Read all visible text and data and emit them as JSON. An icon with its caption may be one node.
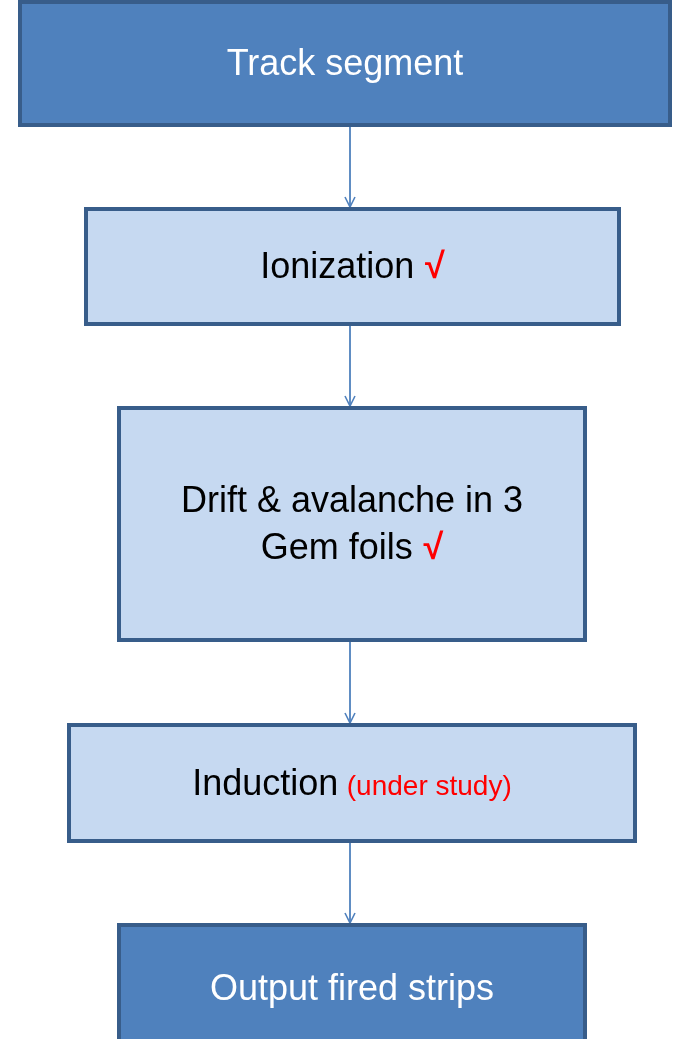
{
  "diagram": {
    "nodes": [
      {
        "text": [
          "Track segment"
        ]
      },
      {
        "text": [
          "Ionization",
          "√"
        ]
      },
      {
        "text": [
          "Drift & avalanche in 3 Gem foils",
          "√"
        ]
      },
      {
        "text": [
          "Induction",
          "(under study)"
        ]
      },
      {
        "text": [
          "Output fired strips"
        ]
      }
    ],
    "edges": [
      {
        "from": 0,
        "to": 1,
        "arrow": "to"
      },
      {
        "from": 1,
        "to": 2,
        "arrow": "to"
      },
      {
        "from": 2,
        "to": 3,
        "arrow": "to"
      },
      {
        "from": 3,
        "to": 4,
        "arrow": "to"
      }
    ]
  }
}
